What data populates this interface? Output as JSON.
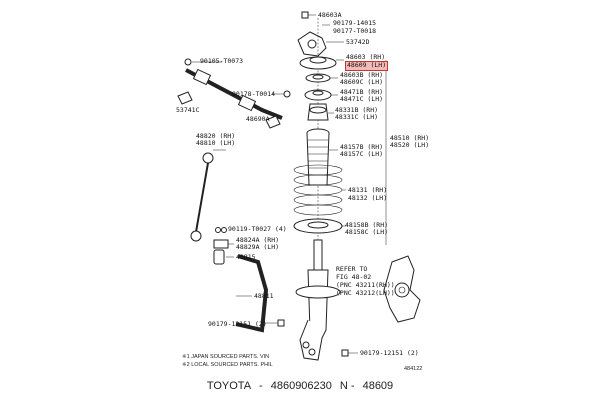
{
  "callouts": {
    "c48603A": "48603A",
    "c90179_14015": "90179-14015",
    "c90177_T0018": "90177-T0018",
    "c53742D": "53742D",
    "c48603RH": "48603 (RH)",
    "c48609LH": "48609 (LH)",
    "c90105": "90105-T0073",
    "c53741C": "53741C",
    "c48603BRH": "48603B (RH)",
    "c48609CLH": "48609C (LH)",
    "c90178": "90178-T0014",
    "c48471BRH": "48471B (RH)",
    "c48471CLH": "48471C (LH)",
    "c48690A": "48690A",
    "c48331BRH": "48331B (RH)",
    "c48331CLH": "48331C (LH)",
    "c48510RH": "48510 (RH)",
    "c48520LH": "48520 (LH)",
    "c48820RH": "48820 (RH)",
    "c48810LH": "48810 (LH)",
    "c48157BRH": "48157B (RH)",
    "c48157CLH": "48157C (LH)",
    "c48131RH": "48131 (RH)",
    "c48132LH": "48132 (LH)",
    "c90119": "90119-T0027 (4)",
    "c48158BRH": "48158B (RH)",
    "c48158CLH": "48158C (LH)",
    "c48824ARH": "48824A (RH)",
    "c48829ALH": "48829A (LH)",
    "c48815": "48815",
    "c48811": "48811",
    "c90179_12151a": "90179-12151 (2)",
    "c90179_12151b": "90179-12151 (2)"
  },
  "refer": {
    "line1": "REFER TO",
    "line2": "FIG 48-02",
    "line3": "(PNC 43211(RH))",
    "line4": "(PNC 43212(LH))"
  },
  "notes": {
    "n1": "※1 JAPAN SOURCED PARTS. VIN",
    "n2": "※2 LOCAL SOURCED PARTS. PHIL",
    "code": "484122"
  },
  "highlight_color": "#f4b9b9",
  "footer": {
    "brand": "TOYOTA",
    "sep": "-",
    "part_number": "4860906230",
    "n_label": "N -",
    "n_value": "48609"
  }
}
